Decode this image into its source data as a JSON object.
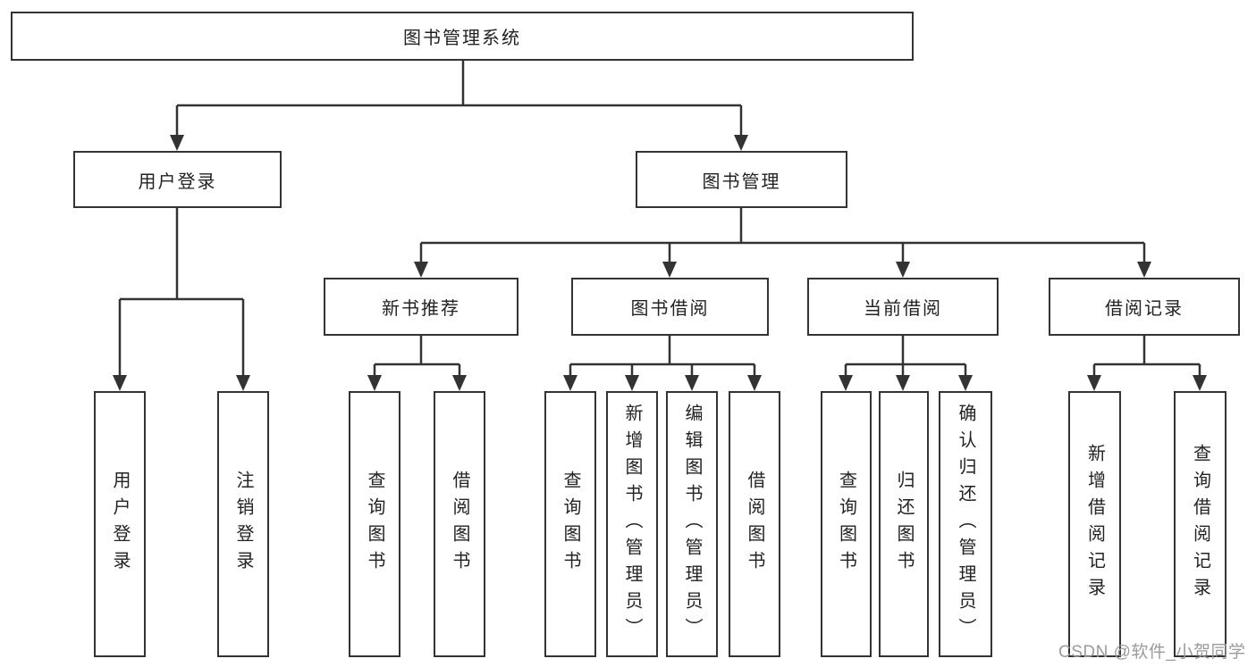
{
  "tree": {
    "root": {
      "label": "图书管理系统"
    },
    "branches": [
      {
        "label": "用户登录",
        "children": [
          {
            "label": "用户登录"
          },
          {
            "label": "注销登录"
          }
        ]
      },
      {
        "label": "图书管理",
        "children": [
          {
            "label": "新书推荐",
            "children": [
              {
                "label": "查询图书"
              },
              {
                "label": "借阅图书"
              }
            ]
          },
          {
            "label": "图书借阅",
            "children": [
              {
                "label": "查询图书"
              },
              {
                "label": "新增图书（管理员）"
              },
              {
                "label": "编辑图书（管理员）"
              },
              {
                "label": "借阅图书"
              }
            ]
          },
          {
            "label": "当前借阅",
            "children": [
              {
                "label": "查询图书"
              },
              {
                "label": "归还图书"
              },
              {
                "label": "确认归还（管理员）"
              }
            ]
          },
          {
            "label": "借阅记录",
            "children": [
              {
                "label": "新增借阅记录"
              },
              {
                "label": "查询借阅记录"
              }
            ]
          }
        ]
      }
    ]
  },
  "watermark": {
    "text": "CSDN @软件_小贺同学"
  },
  "colors": {
    "line": "#333333",
    "box_border": "#333333",
    "box_bg": "#ffffff",
    "text": "#222222",
    "watermark": "#9b9b9b",
    "page_bg": "#ffffff"
  }
}
